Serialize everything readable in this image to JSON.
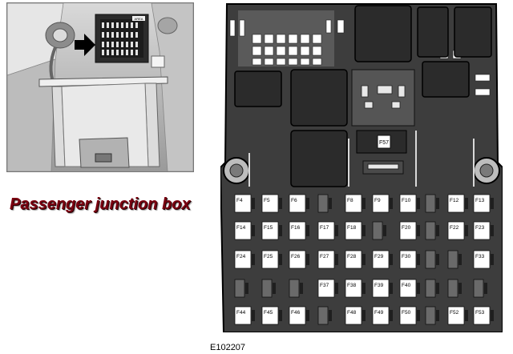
{
  "heading": "Passenger junction box",
  "figure_id": "E102207",
  "photo": {
    "relay_label": "AREA"
  },
  "diagram": {
    "relay_label": "F57",
    "colors": {
      "panel": "#3d3d3d",
      "relay": "#2b2b2b",
      "slot": "#ffffff",
      "label_text": "#000000",
      "heading": "#7a0010"
    },
    "fuse_rows": [
      [
        "F4",
        "F5",
        "F6",
        "",
        "F8",
        "F9",
        "F10",
        "",
        "F12",
        "F13"
      ],
      [
        "F14",
        "F15",
        "F16",
        "F17",
        "F18",
        "",
        "F20",
        "",
        "F22",
        "F23"
      ],
      [
        "F24",
        "F25",
        "F26",
        "F27",
        "F28",
        "F29",
        "F30",
        "",
        "",
        "F33"
      ],
      [
        "",
        "",
        "",
        "F37",
        "F38",
        "F39",
        "F40",
        "",
        "",
        ""
      ],
      [
        "F44",
        "F45",
        "F46",
        "",
        "F48",
        "F49",
        "F50",
        "",
        "F52",
        "F53"
      ]
    ]
  }
}
